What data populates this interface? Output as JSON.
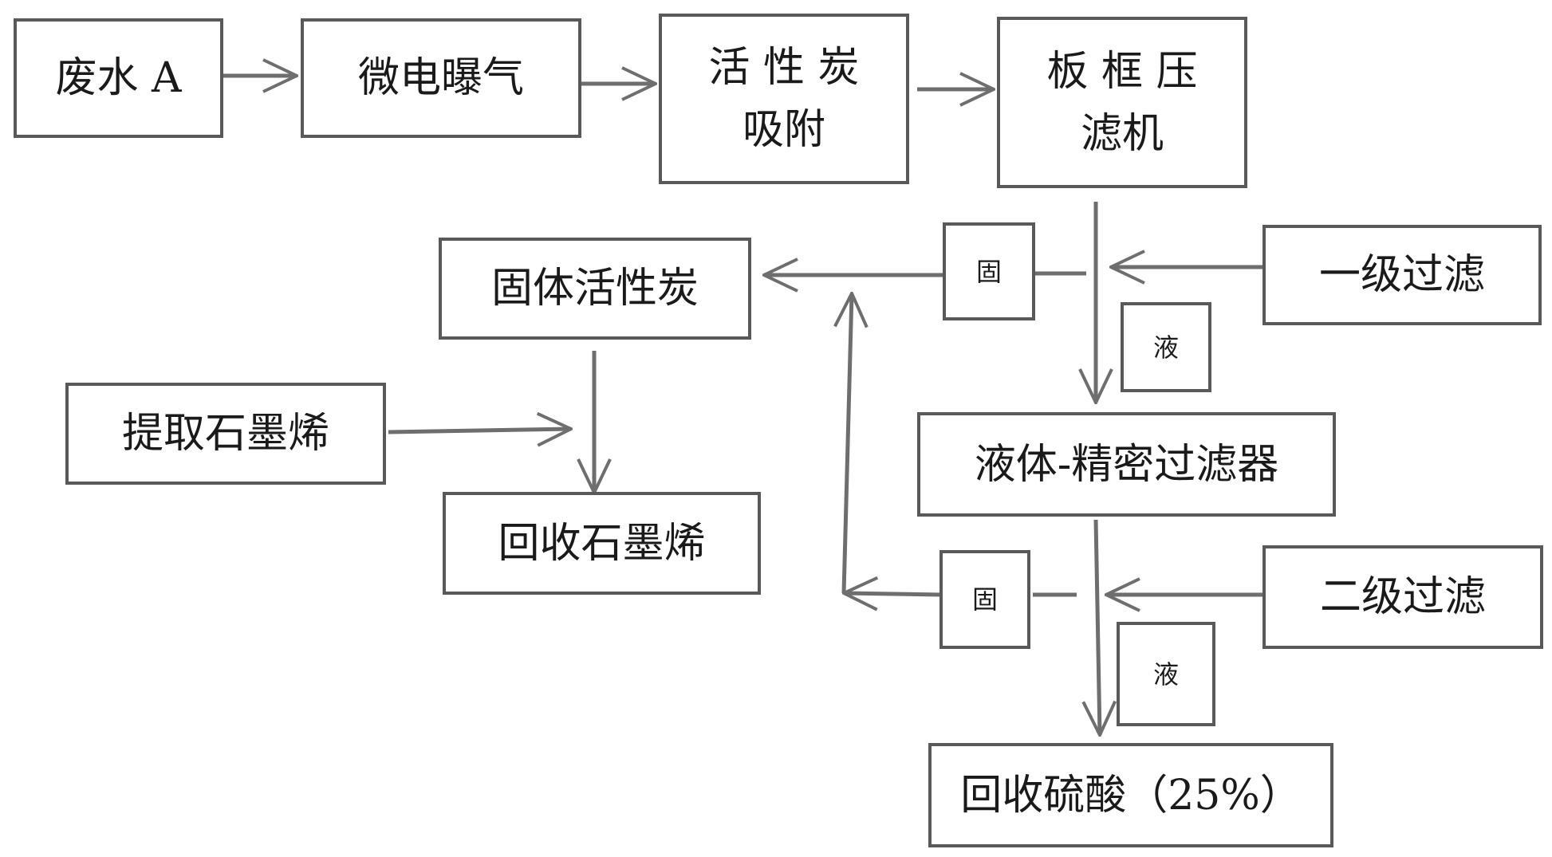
{
  "nodes": {
    "wastewater": "废水 A",
    "micro_aeration": "微电曝气",
    "carbon_adsorption_l1": "活 性 炭",
    "carbon_adsorption_l2": "吸附",
    "filter_press_l1": "板 框 压",
    "filter_press_l2": "滤机",
    "solid_carbon": "固体活性炭",
    "first_filtration": "一级过滤",
    "solid_label_1": "固",
    "liquid_label_1": "液",
    "extract_graphene": "提取石墨烯",
    "recover_graphene": "回收石墨烯",
    "precision_filter": "液体-精密过滤器",
    "solid_label_2": "固",
    "second_filtration": "二级过滤",
    "liquid_label_2": "液",
    "recover_acid": "回收硫酸（25%）"
  },
  "colors": {
    "border": "#595959",
    "arrow": "#6e6e6e",
    "text": "#1a1a1a"
  }
}
